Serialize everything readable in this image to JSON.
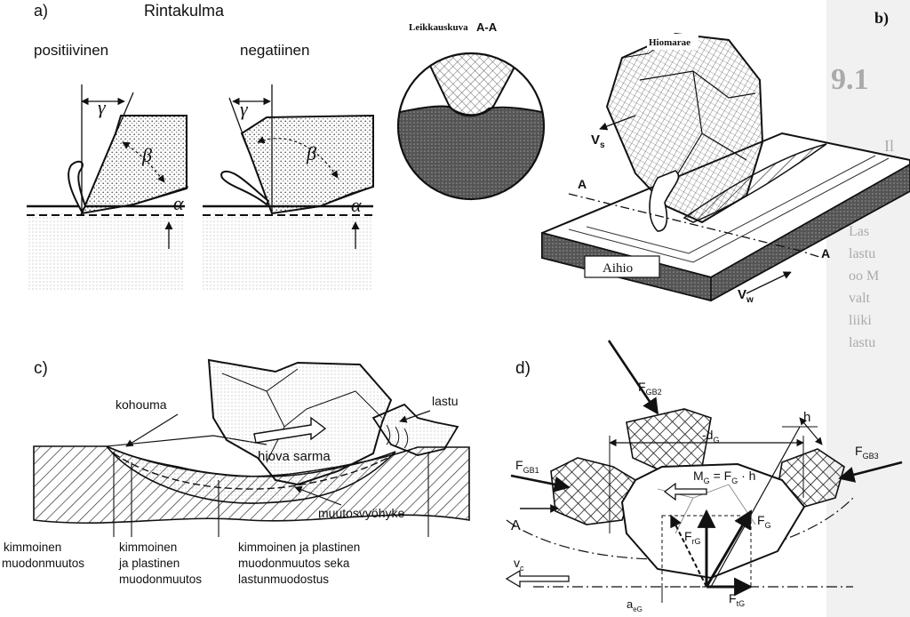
{
  "panel_a": {
    "label": "a)",
    "title": "Rintakulma",
    "left_caption": "positiivinen",
    "right_caption": "negatiinen",
    "gamma": "γ",
    "beta": "β",
    "alpha": "α"
  },
  "panel_b": {
    "label": "b)",
    "section_title": "Leikkauskuva",
    "section_id": "A-A",
    "grain_label": "Hiomarae",
    "vs": "V",
    "vs_sub": "s",
    "section_mark_a1": "A",
    "section_mark_a2": "A",
    "workpiece": "Aihio",
    "vw": "V",
    "vw_sub": "w"
  },
  "panel_c": {
    "label": "c)",
    "kohouma": "kohouma",
    "lastu": "lastu",
    "hiova_sarma": "hiova sarma",
    "muutosvyohyke": "muutosvyöhyke",
    "caption1_line1": "kimmoinen",
    "caption1_line2": "muodonmuutos",
    "caption2_line1": "kimmoinen",
    "caption2_line2": "ja plastinen",
    "caption2_line3": "muodonmuutos",
    "caption3_line1": "kimmoinen ja plastinen",
    "caption3_line2": "muodonmuutos seka",
    "caption3_line3": "lastunmuodostus"
  },
  "panel_d": {
    "label": "d)",
    "fgb2": "F",
    "fgb2_sub": "GB2",
    "fgb1": "F",
    "fgb1_sub": "GB1",
    "fgb3": "F",
    "fgb3_sub": "GB3",
    "dg": "-d",
    "dg_sub": "G",
    "h": "h",
    "moment": "M",
    "moment_sub": "G",
    "moment_expr": " = F",
    "moment_expr_sub": "G",
    "moment_tail": " · h",
    "fg": "F",
    "fg_sub": "G",
    "frg": "F",
    "frg_sub": "rG",
    "ftg": "F",
    "ftg_sub": "tG",
    "a": "A",
    "vc": "v",
    "vc_sub": "c",
    "aeg": "a",
    "aeg_sub": "eG"
  },
  "edge_text": [
    "9.1",
    "Il",
    "La",
    "Las",
    "lastu",
    "oo M",
    "valt",
    "liiki",
    "lastu"
  ]
}
